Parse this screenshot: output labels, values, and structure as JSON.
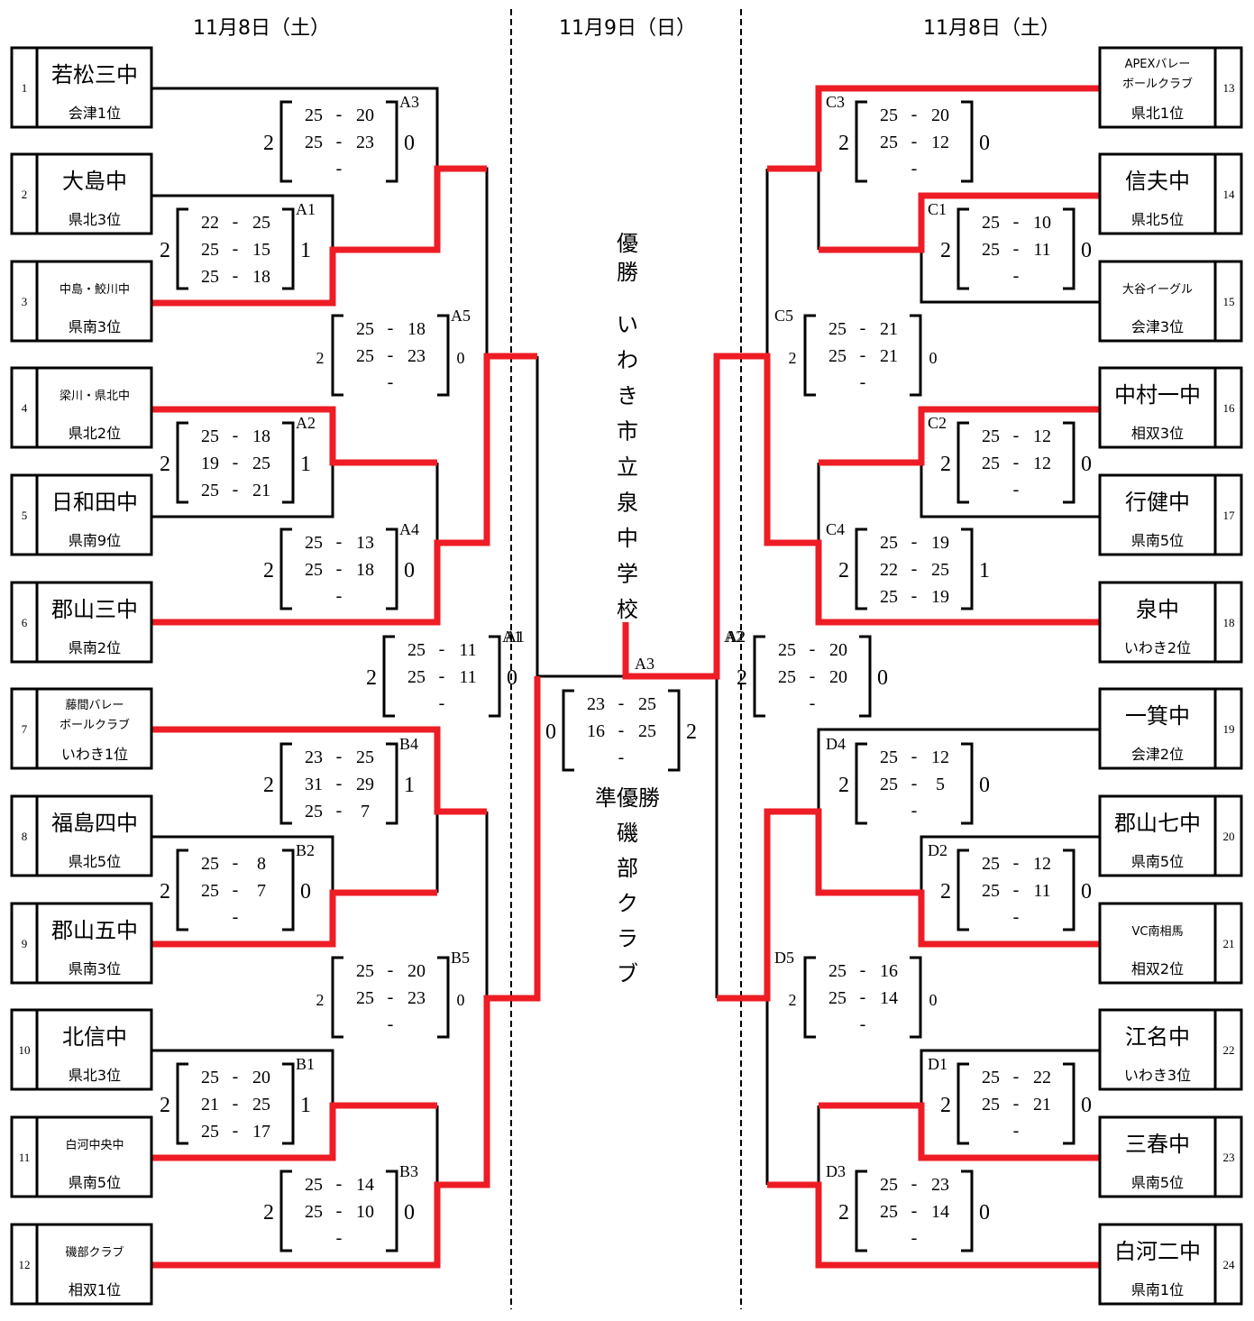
{
  "headers": {
    "left_date": "11月8日（土）",
    "center_date": "11月9日（日）",
    "right_date": "11月8日（土）"
  },
  "colors": {
    "winner_line": "#ee1c24",
    "line": "#000000"
  },
  "teams": [
    {
      "no": "1",
      "name": "若松三中",
      "rank": "会津1位"
    },
    {
      "no": "2",
      "name": "大島中",
      "rank": "県北3位"
    },
    {
      "no": "3",
      "name": "中島・鮫川中",
      "rank": "県南3位"
    },
    {
      "no": "4",
      "name": "梁川・県北中",
      "rank": "県北2位"
    },
    {
      "no": "5",
      "name": "日和田中",
      "rank": "県南9位"
    },
    {
      "no": "6",
      "name": "郡山三中",
      "rank": "県南2位"
    },
    {
      "no": "7",
      "name": "藤間バレー\nボールクラブ",
      "rank": "いわき1位"
    },
    {
      "no": "8",
      "name": "福島四中",
      "rank": "県北5位"
    },
    {
      "no": "9",
      "name": "郡山五中",
      "rank": "県南3位"
    },
    {
      "no": "10",
      "name": "北信中",
      "rank": "県北3位"
    },
    {
      "no": "11",
      "name": "白河中央中",
      "rank": "県南5位"
    },
    {
      "no": "12",
      "name": "磯部クラブ",
      "rank": "相双1位"
    },
    {
      "no": "13",
      "name": "APEXバレー\nボールクラブ",
      "rank": "県北1位"
    },
    {
      "no": "14",
      "name": "信夫中",
      "rank": "県北5位"
    },
    {
      "no": "15",
      "name": "大谷イーグル",
      "rank": "会津3位"
    },
    {
      "no": "16",
      "name": "中村一中",
      "rank": "相双3位"
    },
    {
      "no": "17",
      "name": "行健中",
      "rank": "県南5位"
    },
    {
      "no": "18",
      "name": "泉中",
      "rank": "いわき2位"
    },
    {
      "no": "19",
      "name": "一箕中",
      "rank": "会津2位"
    },
    {
      "no": "20",
      "name": "郡山七中",
      "rank": "県南5位"
    },
    {
      "no": "21",
      "name": "VC南相馬",
      "rank": "相双2位"
    },
    {
      "no": "22",
      "name": "江名中",
      "rank": "いわき3位"
    },
    {
      "no": "23",
      "name": "三春中",
      "rank": "県南5位"
    },
    {
      "no": "24",
      "name": "白河二中",
      "rank": "県南1位"
    }
  ],
  "matches": [
    {
      "id": "A1",
      "side": "left",
      "sets_left": "2",
      "sets_right": "1",
      "scores": [
        [
          "22",
          "25"
        ],
        [
          "25",
          "15"
        ],
        [
          "25",
          "18"
        ]
      ]
    },
    {
      "id": "A3",
      "side": "left",
      "sets_left": "2",
      "sets_right": "0",
      "scores": [
        [
          "25",
          "20"
        ],
        [
          "25",
          "23"
        ],
        [
          "",
          ""
        ]
      ]
    },
    {
      "id": "A2",
      "side": "left",
      "sets_left": "2",
      "sets_right": "1",
      "scores": [
        [
          "25",
          "18"
        ],
        [
          "19",
          "25"
        ],
        [
          "25",
          "21"
        ]
      ]
    },
    {
      "id": "A4",
      "side": "left",
      "sets_left": "2",
      "sets_right": "0",
      "scores": [
        [
          "25",
          "13"
        ],
        [
          "25",
          "18"
        ],
        [
          "",
          ""
        ]
      ]
    },
    {
      "id": "A5",
      "side": "left",
      "sets_left": "2",
      "sets_right": "0",
      "scores": [
        [
          "25",
          "18"
        ],
        [
          "25",
          "23"
        ],
        [
          "",
          ""
        ]
      ]
    },
    {
      "id": "A1",
      "side": "left",
      "sets_left": "2",
      "sets_right": "0",
      "scores": [
        [
          "25",
          "11"
        ],
        [
          "25",
          "11"
        ],
        [
          "",
          ""
        ]
      ]
    },
    {
      "id": "B2",
      "side": "left",
      "sets_left": "2",
      "sets_right": "0",
      "scores": [
        [
          "25",
          "8"
        ],
        [
          "25",
          "7"
        ],
        [
          "",
          ""
        ]
      ]
    },
    {
      "id": "B4",
      "side": "left",
      "sets_left": "2",
      "sets_right": "1",
      "scores": [
        [
          "23",
          "25"
        ],
        [
          "31",
          "29"
        ],
        [
          "25",
          "7"
        ]
      ]
    },
    {
      "id": "B1",
      "side": "left",
      "sets_left": "2",
      "sets_right": "1",
      "scores": [
        [
          "25",
          "20"
        ],
        [
          "21",
          "25"
        ],
        [
          "25",
          "17"
        ]
      ]
    },
    {
      "id": "B3",
      "side": "left",
      "sets_left": "2",
      "sets_right": "0",
      "scores": [
        [
          "25",
          "14"
        ],
        [
          "25",
          "10"
        ],
        [
          "",
          ""
        ]
      ]
    },
    {
      "id": "B5",
      "side": "left",
      "sets_left": "2",
      "sets_right": "0",
      "scores": [
        [
          "25",
          "20"
        ],
        [
          "25",
          "23"
        ],
        [
          "",
          ""
        ]
      ]
    },
    {
      "id": "C3",
      "side": "right",
      "sets_left": "2",
      "sets_right": "0",
      "scores": [
        [
          "25",
          "20"
        ],
        [
          "25",
          "12"
        ],
        [
          "",
          ""
        ]
      ]
    },
    {
      "id": "C1",
      "side": "right",
      "sets_left": "2",
      "sets_right": "0",
      "scores": [
        [
          "25",
          "10"
        ],
        [
          "25",
          "11"
        ],
        [
          "",
          ""
        ]
      ]
    },
    {
      "id": "C5",
      "side": "right",
      "sets_left": "2",
      "sets_right": "0",
      "scores": [
        [
          "25",
          "21"
        ],
        [
          "25",
          "21"
        ],
        [
          "",
          ""
        ]
      ]
    },
    {
      "id": "C2",
      "side": "right",
      "sets_left": "2",
      "sets_right": "0",
      "scores": [
        [
          "25",
          "12"
        ],
        [
          "25",
          "12"
        ],
        [
          "",
          ""
        ]
      ]
    },
    {
      "id": "C4",
      "side": "right",
      "sets_left": "2",
      "sets_right": "1",
      "scores": [
        [
          "25",
          "19"
        ],
        [
          "22",
          "25"
        ],
        [
          "25",
          "19"
        ]
      ]
    },
    {
      "id": "A2",
      "side": "right",
      "sets_left": "2",
      "sets_right": "0",
      "scores": [
        [
          "25",
          "20"
        ],
        [
          "25",
          "20"
        ],
        [
          "",
          ""
        ]
      ]
    },
    {
      "id": "D4",
      "side": "right",
      "sets_left": "2",
      "sets_right": "0",
      "scores": [
        [
          "25",
          "12"
        ],
        [
          "25",
          "5"
        ],
        [
          "",
          ""
        ]
      ]
    },
    {
      "id": "D2",
      "side": "right",
      "sets_left": "2",
      "sets_right": "0",
      "scores": [
        [
          "25",
          "12"
        ],
        [
          "25",
          "11"
        ],
        [
          "",
          ""
        ]
      ]
    },
    {
      "id": "D5",
      "side": "right",
      "sets_left": "2",
      "sets_right": "0",
      "scores": [
        [
          "25",
          "16"
        ],
        [
          "25",
          "14"
        ],
        [
          "",
          ""
        ]
      ]
    },
    {
      "id": "D1",
      "side": "right",
      "sets_left": "2",
      "sets_right": "0",
      "scores": [
        [
          "25",
          "22"
        ],
        [
          "25",
          "21"
        ],
        [
          "",
          ""
        ]
      ]
    },
    {
      "id": "D3",
      "side": "right",
      "sets_left": "2",
      "sets_right": "0",
      "scores": [
        [
          "25",
          "23"
        ],
        [
          "25",
          "14"
        ],
        [
          "",
          ""
        ]
      ]
    }
  ],
  "final": {
    "id": "A3",
    "sets_left": "0",
    "sets_right": "2",
    "scores": [
      [
        "23",
        "25"
      ],
      [
        "16",
        "25"
      ],
      [
        "",
        ""
      ]
    ]
  },
  "champion": {
    "label": "優勝",
    "team": "いわき市立泉中学校"
  },
  "runner_up": {
    "label": "準優勝",
    "team": "磯部クラブ"
  }
}
